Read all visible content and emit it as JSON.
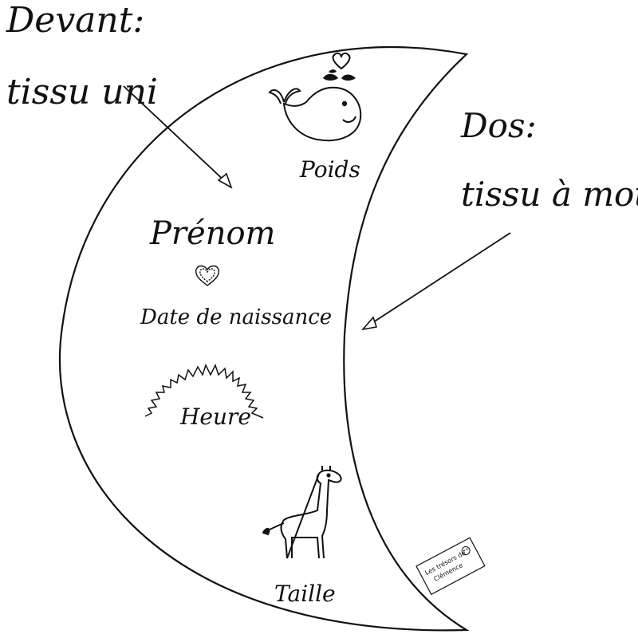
{
  "labels": {
    "front_title": "Devant:",
    "front_fabric": "tissu uni",
    "back_title": "Dos:",
    "back_fabric": "tissu à motif",
    "weight": "Poids",
    "first_name": "Prénom",
    "birth_date": "Date de naissance",
    "hour": "Heure",
    "height": "Taille",
    "tag_line1": "Les trésors de",
    "tag_line2": "Clémence"
  },
  "icons": [
    "whale-icon",
    "heart-icon",
    "heart-outline-icon",
    "sun-rays-icon",
    "giraffe-icon",
    "brand-tag"
  ],
  "colors": {
    "stroke": "#111111",
    "background": "#ffffff",
    "moon_fill": "#ffffff"
  }
}
